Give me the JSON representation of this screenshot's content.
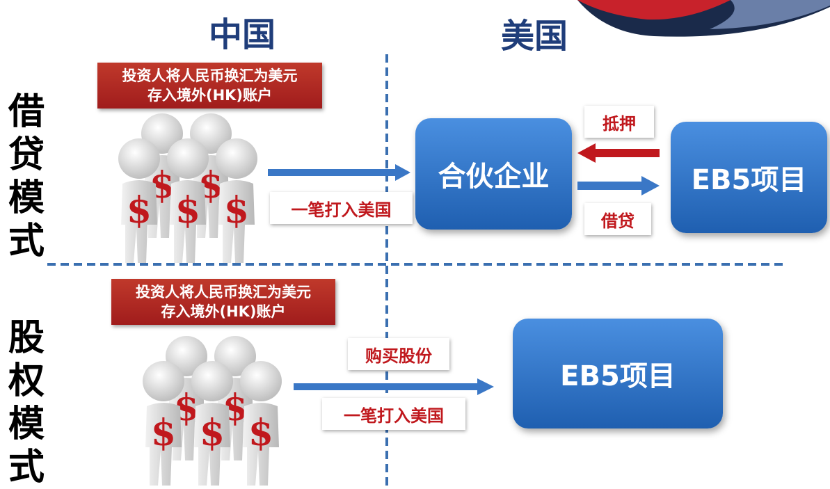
{
  "columns": {
    "china": "中国",
    "usa": "美国"
  },
  "loan_mode": {
    "title": [
      "借",
      "贷",
      "模",
      "式"
    ],
    "note_line1": "投资人将人民币换汇为美元",
    "note_line2": "存入境外(HK)账户",
    "transfer_label": "一笔打入美国",
    "partnership": "合伙企业",
    "project": "EB5项目",
    "mortgage": "抵押",
    "loan": "借贷"
  },
  "equity_mode": {
    "title": [
      "股",
      "权",
      "模",
      "式"
    ],
    "note_line1": "投资人将人民币换汇为美元",
    "note_line2": "存入境外(HK)账户",
    "buy_shares": "购买股份",
    "transfer_label": "一笔打入美国",
    "project": "EB5项目"
  },
  "icons": {
    "investors": "investor-group-icon",
    "currency": "dollar-sign"
  },
  "colors": {
    "heading": "#1f3d7a",
    "red_label": "#c0181d",
    "blue_box": "#2e6fc4",
    "divider": "#3a6fb0"
  }
}
